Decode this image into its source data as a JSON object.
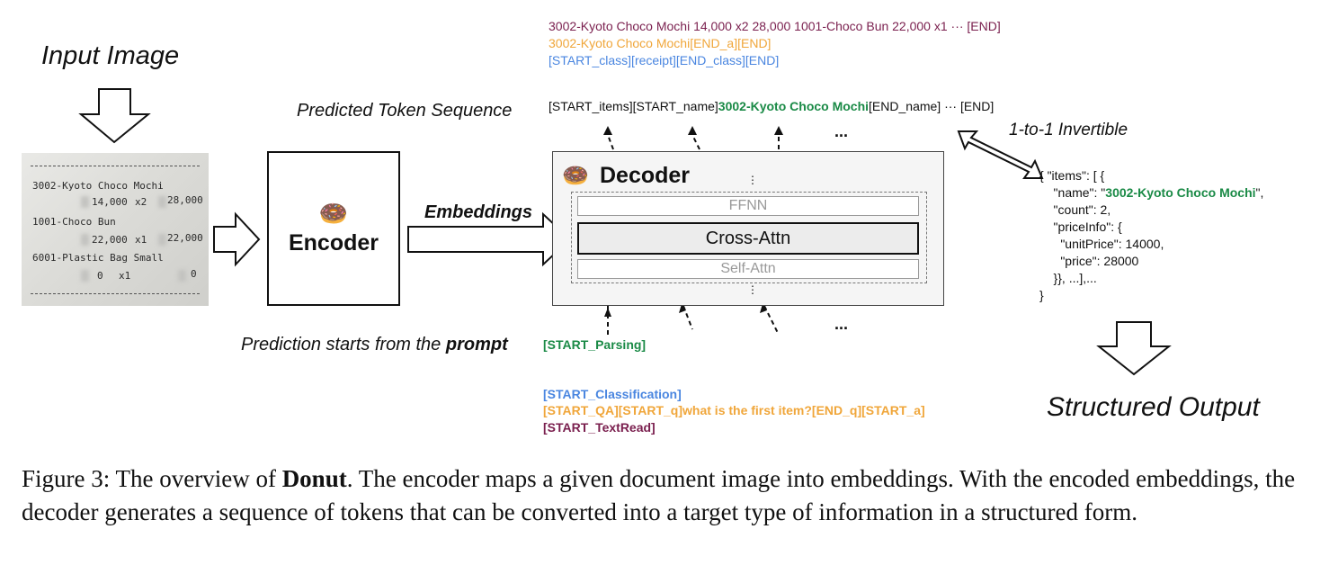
{
  "labels": {
    "input_image": "Input Image",
    "predicted_token_sequence": "Predicted Token Sequence",
    "embeddings": "Embeddings",
    "encoder": "Encoder",
    "decoder": "Decoder",
    "ffnn": "FFNN",
    "cross_attn": "Cross-Attn",
    "self_attn": "Self-Attn",
    "prediction_prefix": "Prediction starts from the ",
    "prediction_bold": "prompt",
    "invertible": "1-to-1 Invertible",
    "structured_output": "Structured Output",
    "donut_emoji": "🍩",
    "ellipsis": "...",
    "vdots": "⋮"
  },
  "receipt": {
    "line1": "3002-Kyoto Choco Mochi",
    "line1_qty": "14,000",
    "line1_x": "x2",
    "line1_total": "28,000",
    "line2": "1001-Choco Bun",
    "line2_qty": "22,000",
    "line2_x": "x1",
    "line2_total": "22,000",
    "line3": "6001-Plastic Bag Small",
    "line3_qty": "0",
    "line3_x": "x1",
    "line3_total": "0"
  },
  "outputs": {
    "textread": "3002-Kyoto Choco Mochi 14,000 x2 28,000 1001-Choco Bun 22,000 x1 ··· [END]",
    "qa": "3002-Kyoto Choco Mochi[END_a][END]",
    "classification": "[START_class][receipt][END_class][END]",
    "parsing_prefix": "[START_items][START_name]",
    "parsing_name": "3002-Kyoto Choco Mochi",
    "parsing_suffix": "[END_name] ··· [END]"
  },
  "prompts": {
    "parsing": "[START_Parsing]",
    "classification": "[START_Classification]",
    "qa": "[START_QA][START_q]what is the first item?[END_q][START_a]",
    "textread": "[START_TextRead]"
  },
  "json_output": {
    "l1": "{ \"items\": [ {",
    "l2_prefix": "    \"name\": \"",
    "l2_value": "3002-Kyoto Choco Mochi",
    "l2_suffix": "\",",
    "l3": "    \"count\": 2,",
    "l4": "    \"priceInfo\": {",
    "l5": "      \"unitPrice\": 14000,",
    "l6": "      \"price\": 28000",
    "l7": "    }}, ...],...",
    "l8": "}"
  },
  "colors": {
    "textread": "#7a1f4e",
    "qa": "#f0a63a",
    "classification": "#4a86e0",
    "parsing": "#1a8a46"
  },
  "caption": {
    "prefix": "Figure 3: The overview of ",
    "bold": "Donut",
    "suffix": ". The encoder maps a given document image into embeddings. With the encoded embeddings, the decoder generates a sequence of tokens that can be converted into a target type of information in a structured form."
  }
}
